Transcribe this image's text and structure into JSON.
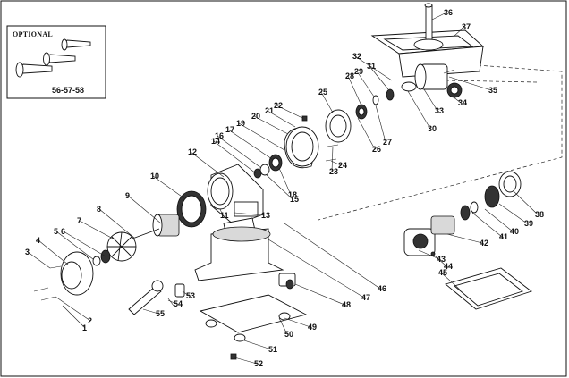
{
  "optional_box": {
    "title": "OPTIONAL",
    "parts_label": "56-57-58"
  },
  "callouts": [
    {
      "label": "1"
    },
    {
      "label": "2"
    },
    {
      "label": "3"
    },
    {
      "label": "4"
    },
    {
      "label": "5"
    },
    {
      "label": "6"
    },
    {
      "label": "7"
    },
    {
      "label": "8"
    },
    {
      "label": "9"
    },
    {
      "label": "10"
    },
    {
      "label": "11"
    },
    {
      "label": "12"
    },
    {
      "label": "13"
    },
    {
      "label": "14"
    },
    {
      "label": "15"
    },
    {
      "label": "16"
    },
    {
      "label": "17"
    },
    {
      "label": "18"
    },
    {
      "label": "19"
    },
    {
      "label": "20"
    },
    {
      "label": "21"
    },
    {
      "label": "22"
    },
    {
      "label": "23"
    },
    {
      "label": "24"
    },
    {
      "label": "25"
    },
    {
      "label": "26"
    },
    {
      "label": "27"
    },
    {
      "label": "28"
    },
    {
      "label": "29"
    },
    {
      "label": "30"
    },
    {
      "label": "31"
    },
    {
      "label": "32"
    },
    {
      "label": "33"
    },
    {
      "label": "34"
    },
    {
      "label": "35"
    },
    {
      "label": "36"
    },
    {
      "label": "37"
    },
    {
      "label": "38"
    },
    {
      "label": "39"
    },
    {
      "label": "40"
    },
    {
      "label": "41"
    },
    {
      "label": "42"
    },
    {
      "label": "43"
    },
    {
      "label": "44"
    },
    {
      "label": "45"
    },
    {
      "label": "46"
    },
    {
      "label": "47"
    },
    {
      "label": "48"
    },
    {
      "label": "49"
    },
    {
      "label": "50"
    },
    {
      "label": "51"
    },
    {
      "label": "52"
    },
    {
      "label": "53"
    },
    {
      "label": "54"
    },
    {
      "label": "55"
    }
  ]
}
